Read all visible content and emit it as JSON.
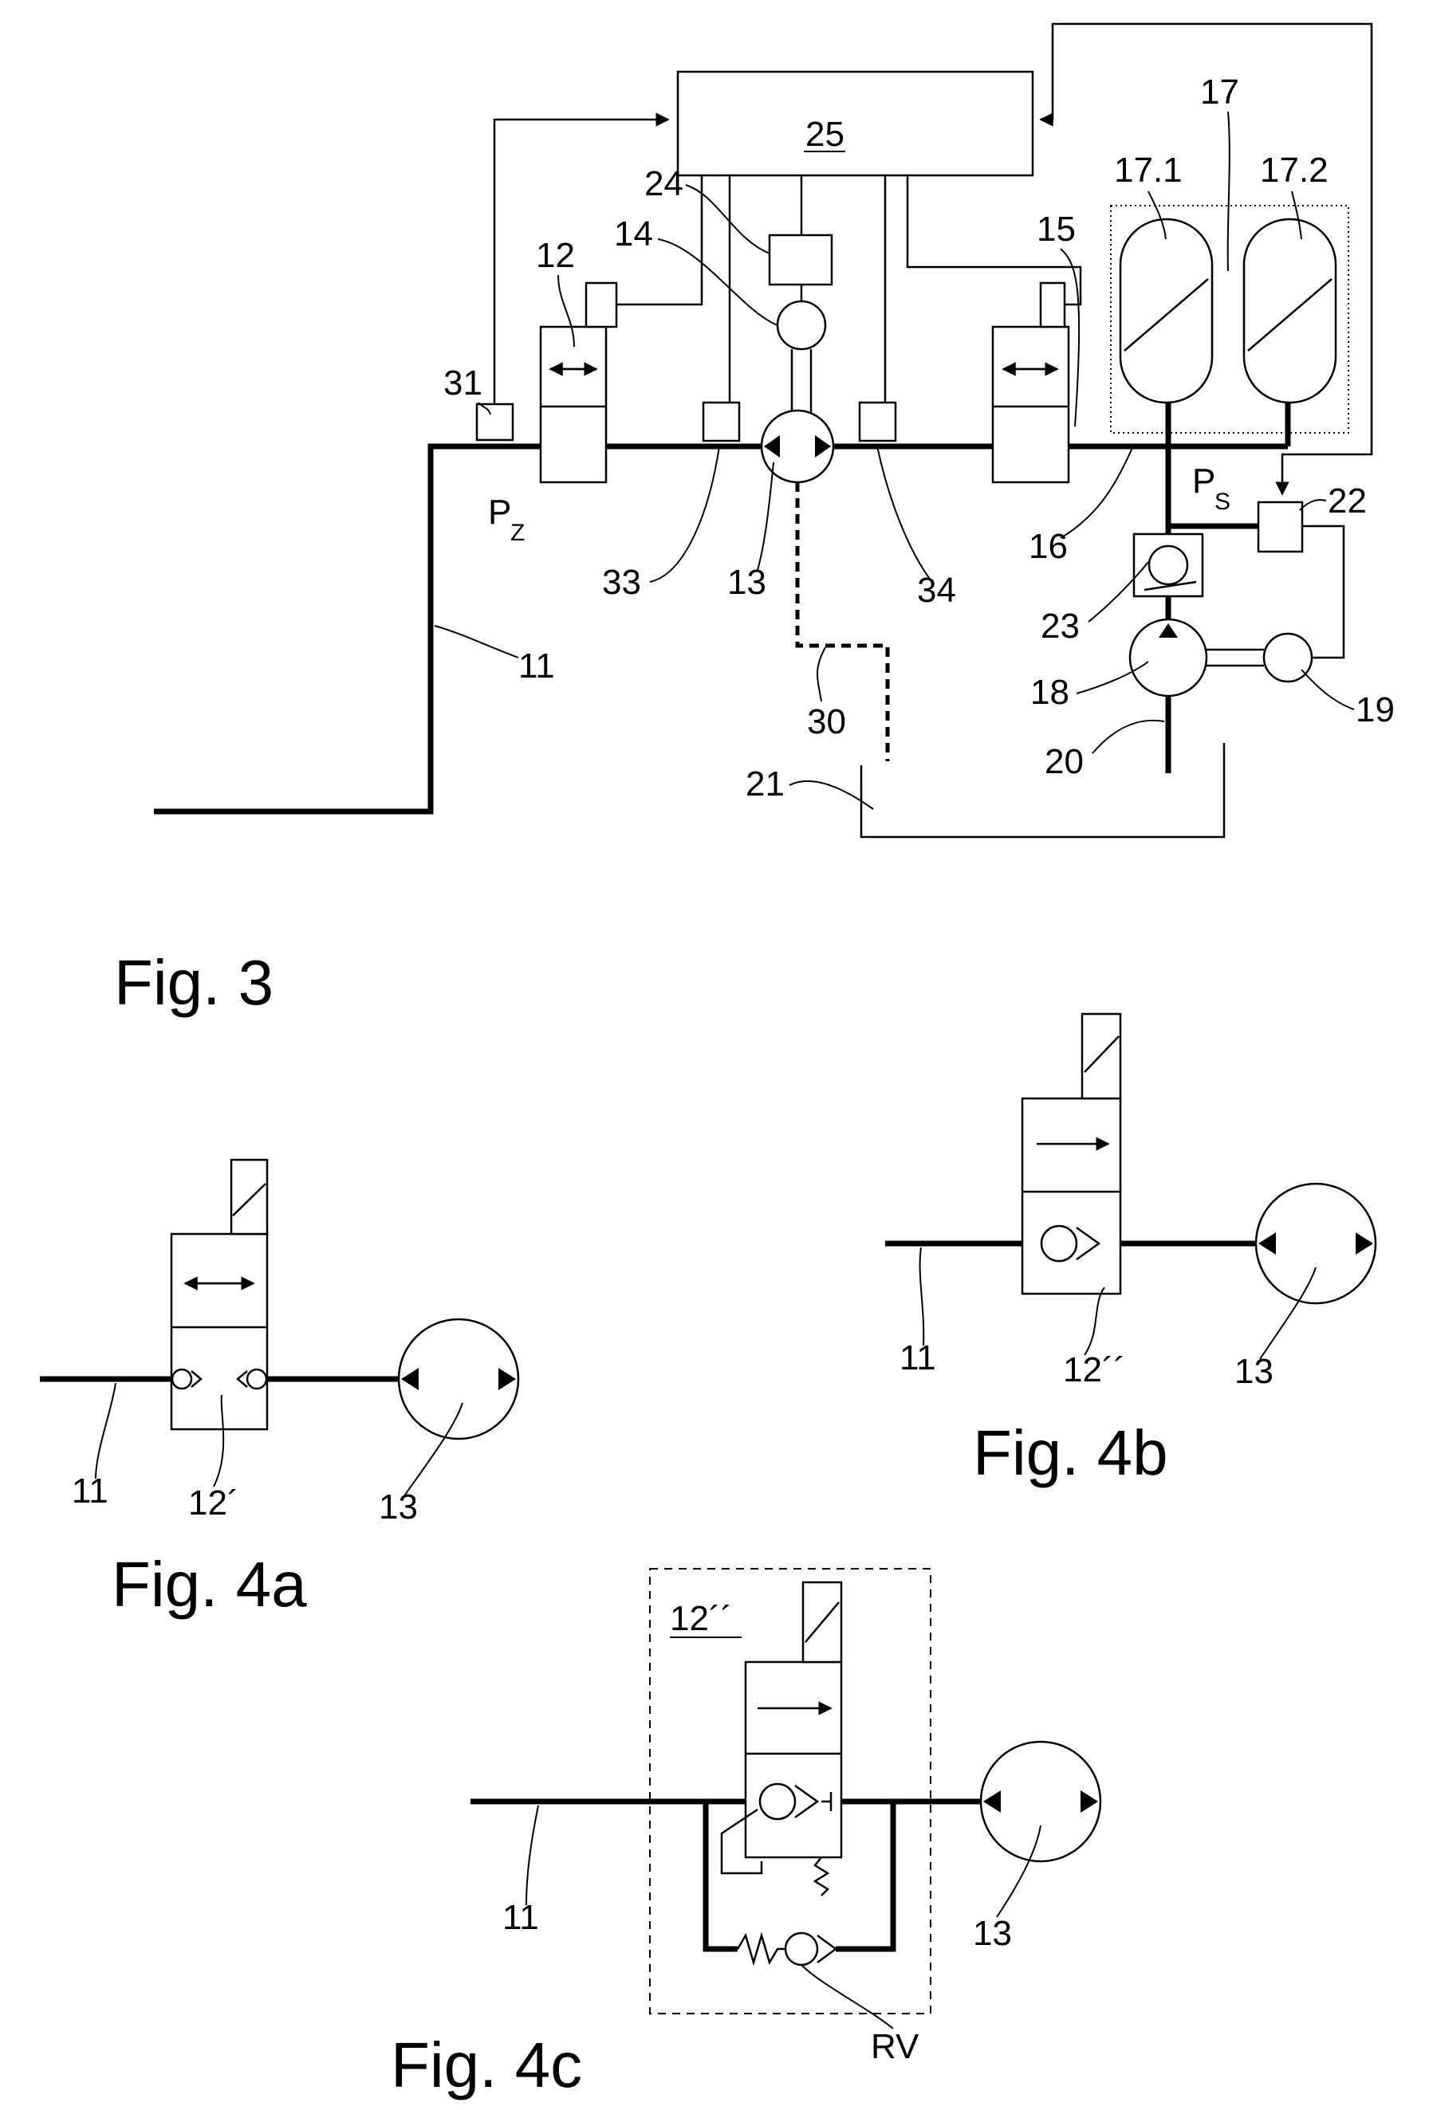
{
  "fig3": {
    "caption": "Fig. 3",
    "labels": {
      "l25": "25",
      "l24": "24",
      "l14": "14",
      "l12": "12",
      "l31": "31",
      "l15": "15",
      "l17": "17",
      "l17_1": "17.1",
      "l17_2": "17.2",
      "pz_p": "P",
      "pz_z": "Z",
      "ps_p": "P",
      "ps_s": "S",
      "l33": "33",
      "l13": "13",
      "l34": "34",
      "l16": "16",
      "l22": "22",
      "l23": "23",
      "l18": "18",
      "l19": "19",
      "l20": "20",
      "l30": "30",
      "l11": "11",
      "l21": "21"
    }
  },
  "fig4a": {
    "caption": "Fig. 4a",
    "labels": {
      "l11": "11",
      "l12": "12´",
      "l13": "13"
    }
  },
  "fig4b": {
    "caption": "Fig. 4b",
    "labels": {
      "l11": "11",
      "l12": "12´´",
      "l13": "13"
    }
  },
  "fig4c": {
    "caption": "Fig. 4c",
    "labels": {
      "l12": "12´´",
      "l11": "11",
      "l13": "13",
      "rv": "RV"
    }
  }
}
